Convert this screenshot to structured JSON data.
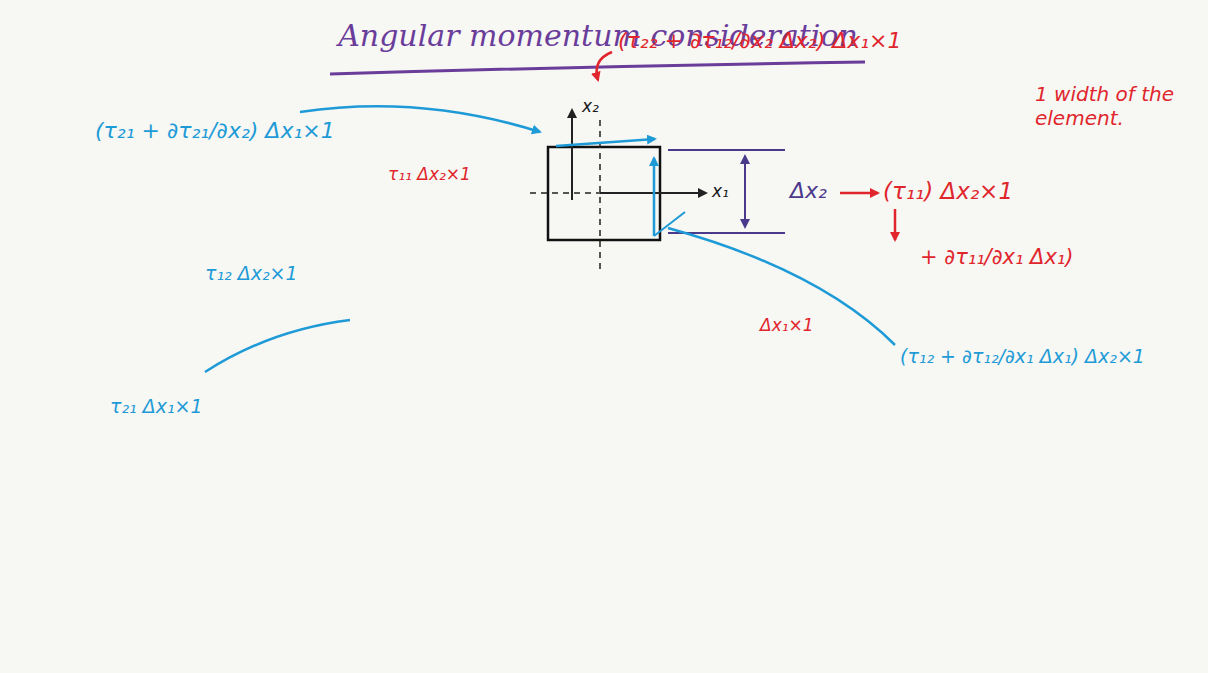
{
  "diagram": {
    "title": "Angular momentum consideration",
    "labels": [
      "(τ₂₂ + ∂τ₁₂/∂x₂ Δx₂) Δx₁×1",
      "1 width of the element.",
      "(τ₂₁ + ∂τ₂₁/∂x₂) Δx₁×1",
      "τ₁₁ Δx₂×1",
      "x₂",
      "x₁",
      "Δx₂",
      "(τ₁₁) Δx₂×1",
      "+ ∂τ₁₁/∂x₁ Δx₁)",
      "τ₁₂ Δx₂×1",
      "Δx₁×1",
      "(τ₁₂ + ∂τ₁₂/∂x₁ Δx₁) Δx₂×1",
      "τ₂₁ Δx₁×1"
    ]
  }
}
